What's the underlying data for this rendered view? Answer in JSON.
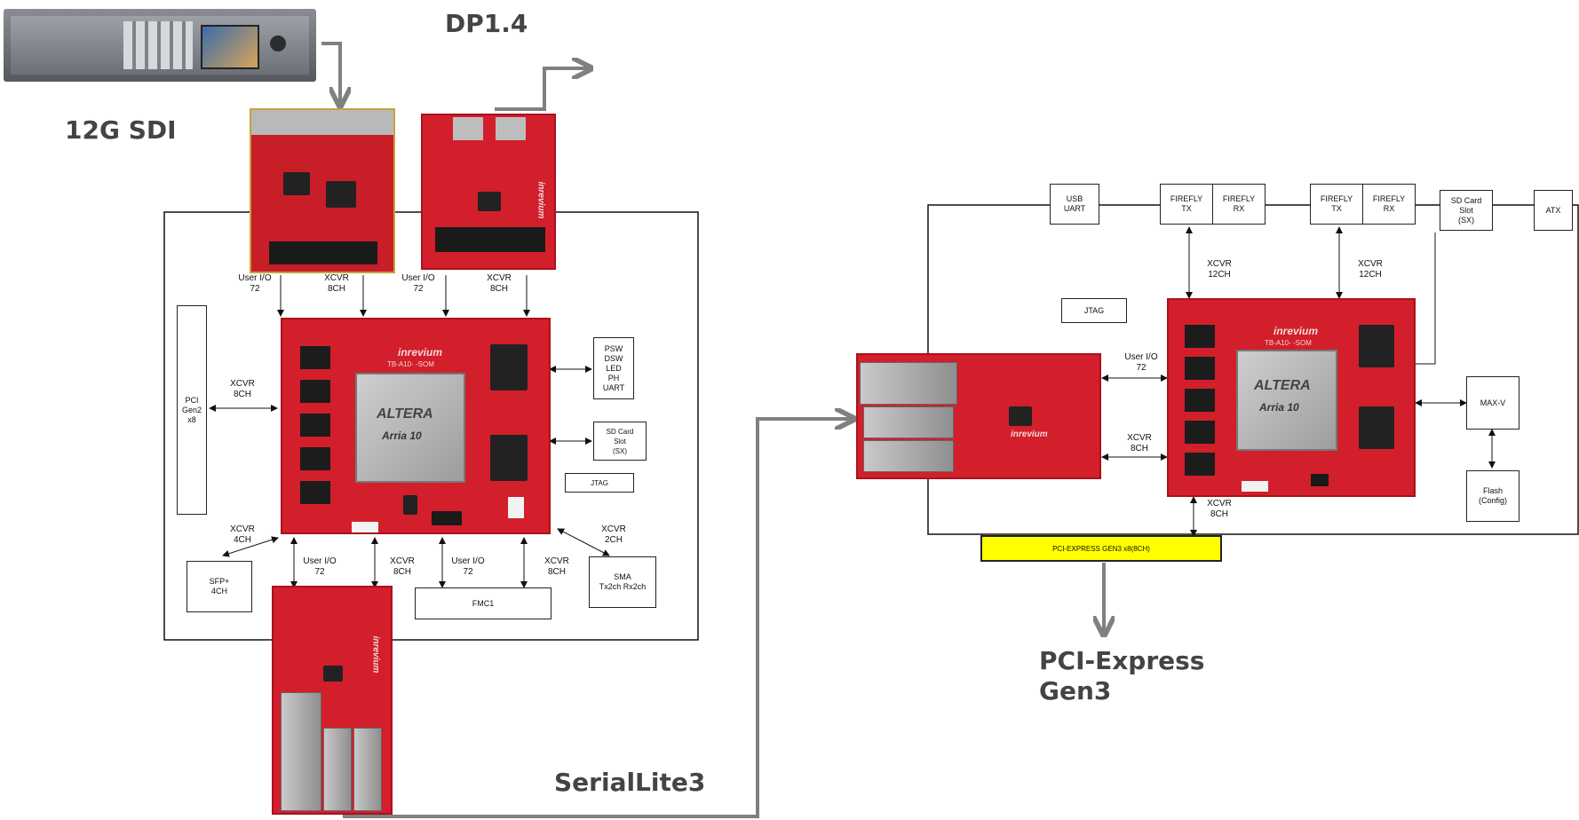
{
  "headings": {
    "sdi": "12G SDI",
    "dp": "DP1.4",
    "serial": "SerialLite3",
    "pcie": "PCI-Express\nGen3"
  },
  "left": {
    "io_labels": {
      "user_io_72_a": "User I/O\n72",
      "xcvr_8ch_a": "XCVR\n8CH",
      "user_io_72_b": "User I/O\n72",
      "xcvr_8ch_b": "XCVR\n8CH",
      "xcvr_8ch_pci": "XCVR\n8CH",
      "xcvr_4ch": "XCVR\n4CH",
      "user_io_72_c": "User I/O\n72",
      "xcvr_8ch_c": "XCVR\n8CH",
      "user_io_72_d": "User I/O\n72",
      "xcvr_8ch_d": "XCVR\n8CH",
      "xcvr_2ch": "XCVR\n2CH"
    },
    "boxes": {
      "pci": "PCI\nGen2\nx8",
      "psw": "PSW\nDSW\nLED\nPH\nUART",
      "sdcard": "SD Card\nSlot\n(SX)",
      "jtag": "JTAG",
      "sfp": "SFP+\n4CH",
      "fmc": "FMC1",
      "sma": "SMA\nTx2ch Rx2ch"
    }
  },
  "right": {
    "boxes": {
      "usb": "USB\nUART",
      "ff_tx1": "FIREFLY\nTX",
      "ff_rx1": "FIREFLY\nRX",
      "ff_tx2": "FIREFLY\nTX",
      "ff_rx2": "FIREFLY\nRX",
      "sdcard": "SD Card\nSlot\n(SX)",
      "atx": "ATX",
      "jtag": "JTAG",
      "maxv": "MAX-V",
      "flash": "Flash\n(Config)"
    },
    "io_labels": {
      "xcvr_12ch_a": "XCVR\n12CH",
      "xcvr_12ch_b": "XCVR\n12CH",
      "user_io_72": "User I/O\n72",
      "xcvr_8ch_left": "XCVR\n8CH",
      "xcvr_8ch_bottom": "XCVR\n8CH"
    },
    "pcie_bar": "PCI-EXPRESS GEN3 x8(8CH)"
  },
  "board_text": {
    "brand": "inrevium",
    "som": "TB-A10-    -SOM",
    "fpga_vendor": "ALTERA",
    "fpga_family": "Arria 10"
  },
  "colors": {
    "pcb": "#d21f2b",
    "pcie_bar": "#ffff00",
    "arrow_gray": "#808080",
    "heading": "#444444"
  }
}
